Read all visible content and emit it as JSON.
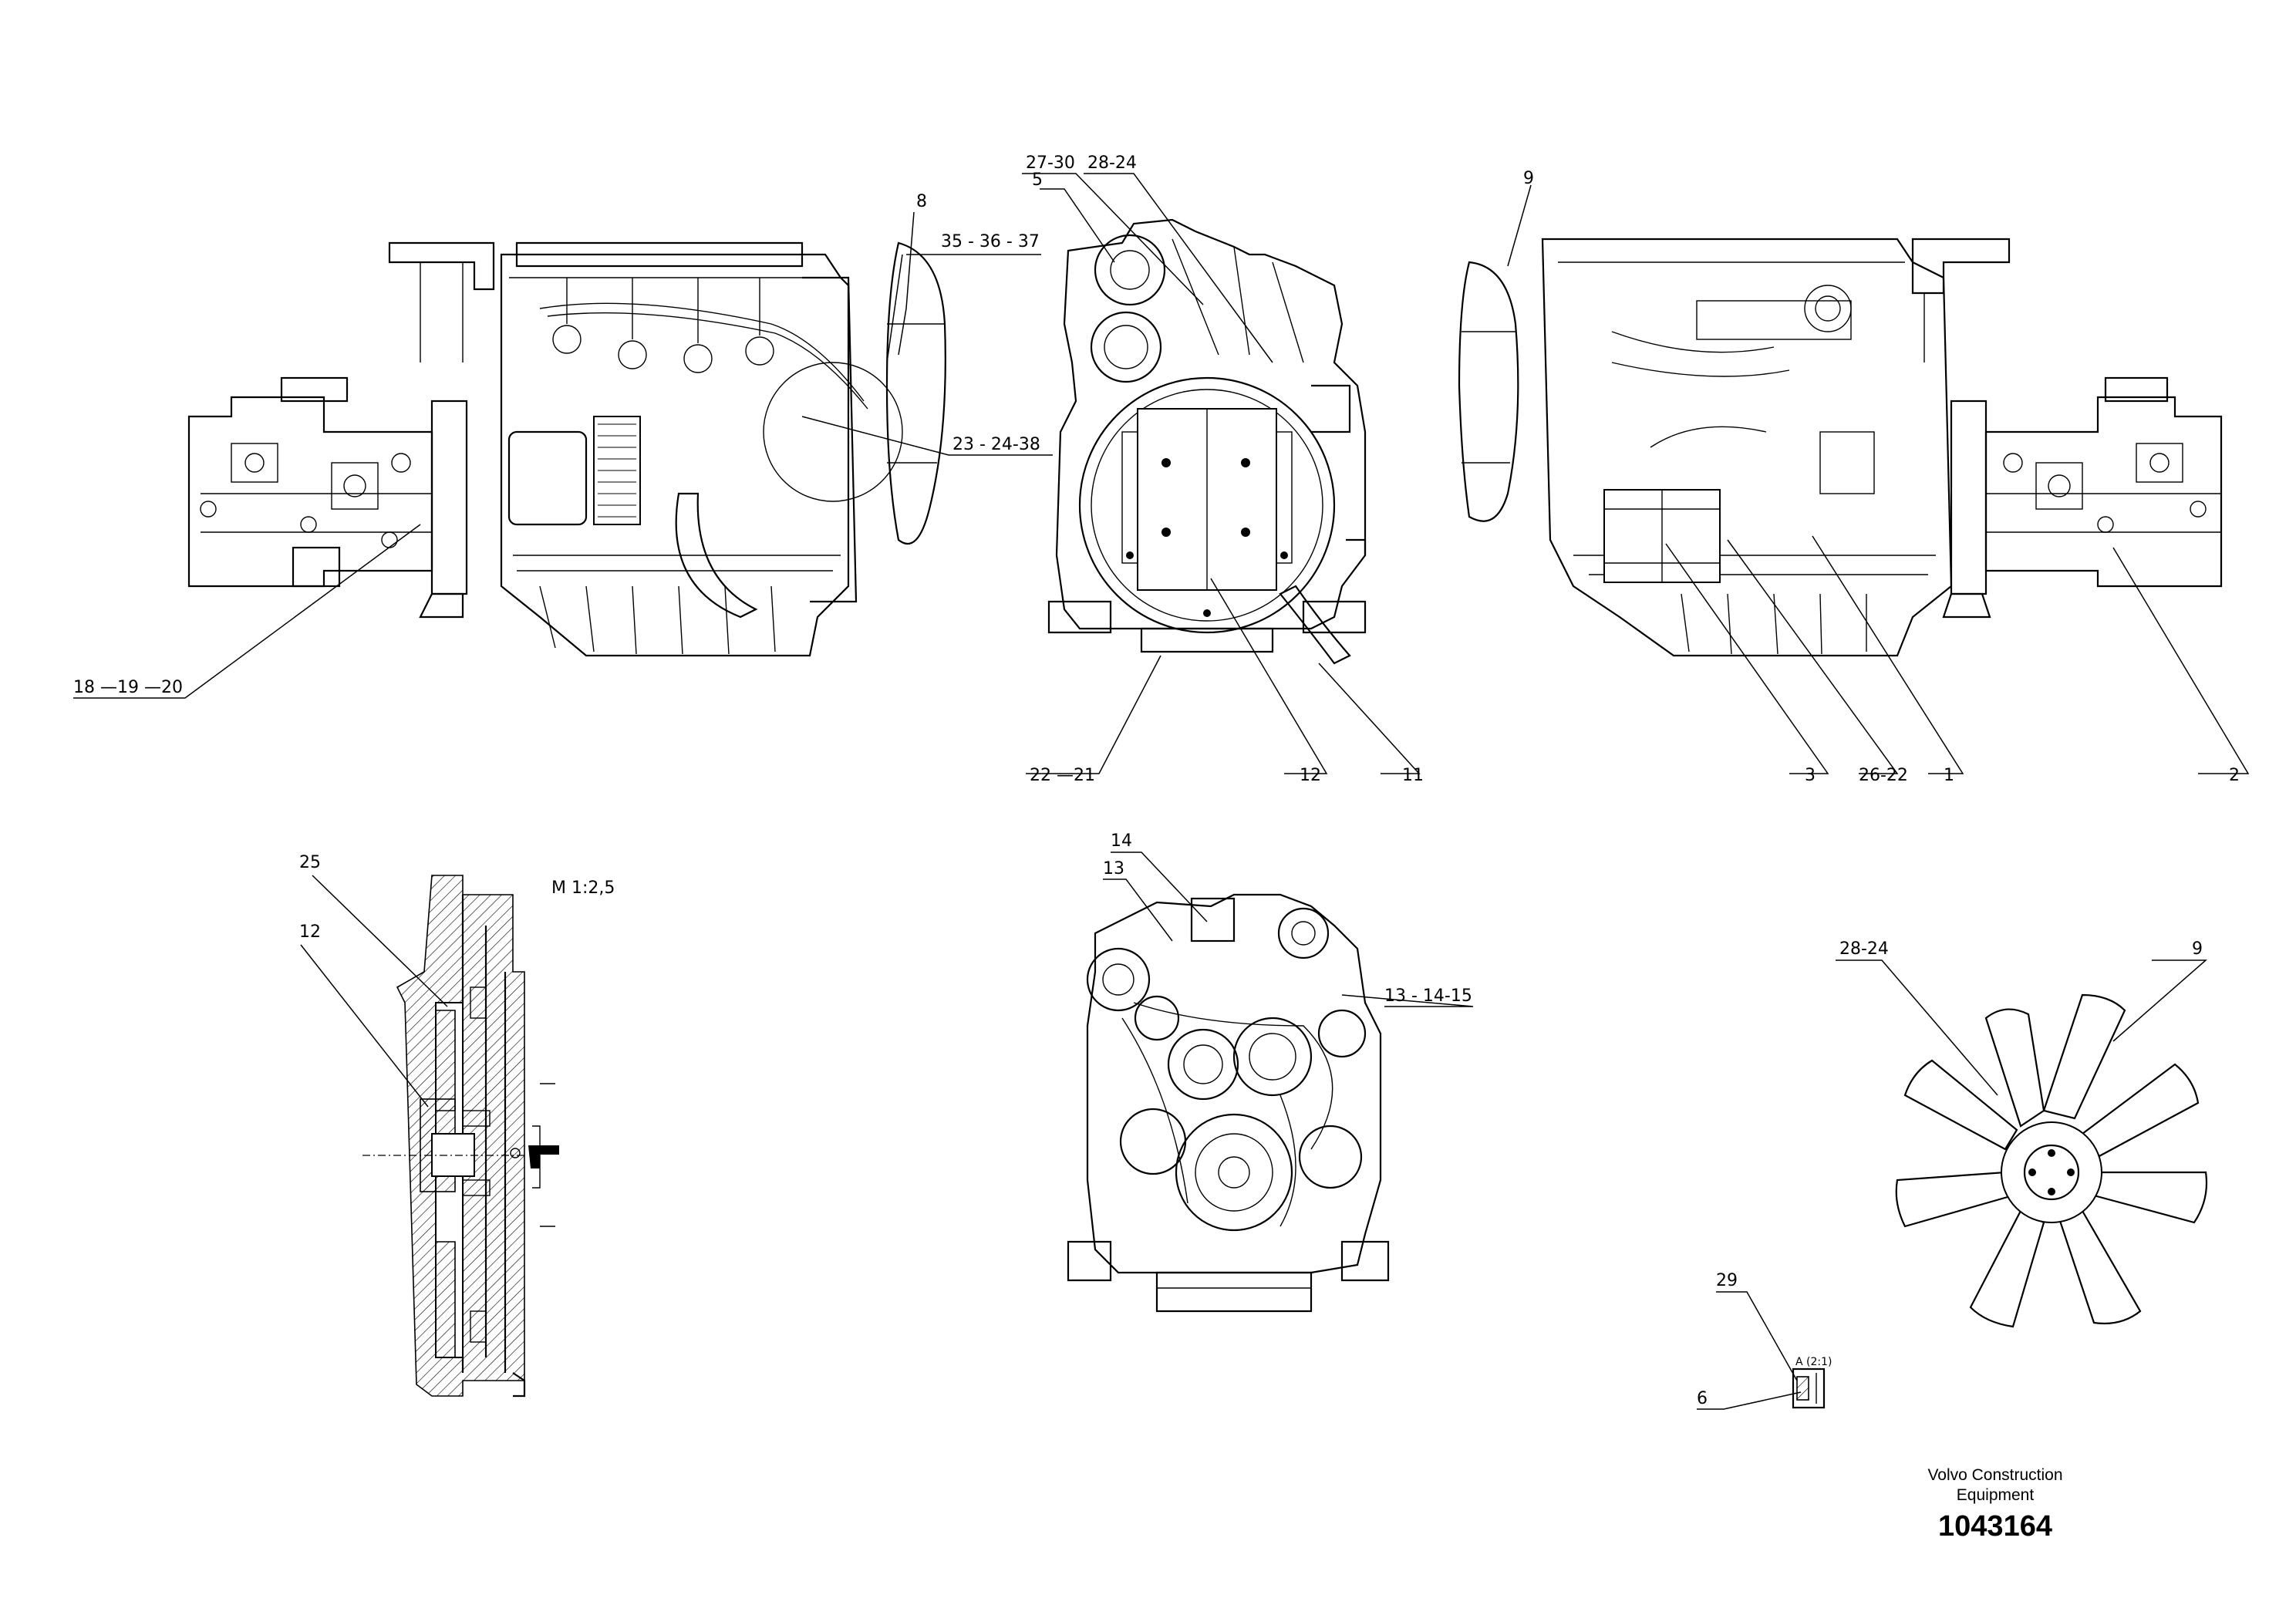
{
  "title_block": {
    "company_line1": "Volvo Construction",
    "company_line2": "Equipment",
    "document_number": "1043164"
  },
  "scale_note": "M 1:2,5",
  "detail_note": "A (2:1)",
  "callouts": {
    "c_27_30": "27-30",
    "c_28_24_top": "28-24",
    "c_5": "5",
    "c_8": "8",
    "c_35_36_37": "35 - 36 - 37",
    "c_23_24_38": "23 - 24-38",
    "c_18_19_20": "18 —19 —20",
    "c_22_21": "22 —21",
    "c_12_top": "12",
    "c_11": "11",
    "c_9_top": "9",
    "c_3": "3",
    "c_26_22": "26-22",
    "c_1": "1",
    "c_2": "2",
    "c_25": "25",
    "c_12_section": "12",
    "c_14": "14",
    "c_13": "13",
    "c_13_14_15": "13 - 14-15",
    "c_28_24_fan": "28-24",
    "c_9_fan": "9",
    "c_29": "29",
    "c_6": "6"
  }
}
